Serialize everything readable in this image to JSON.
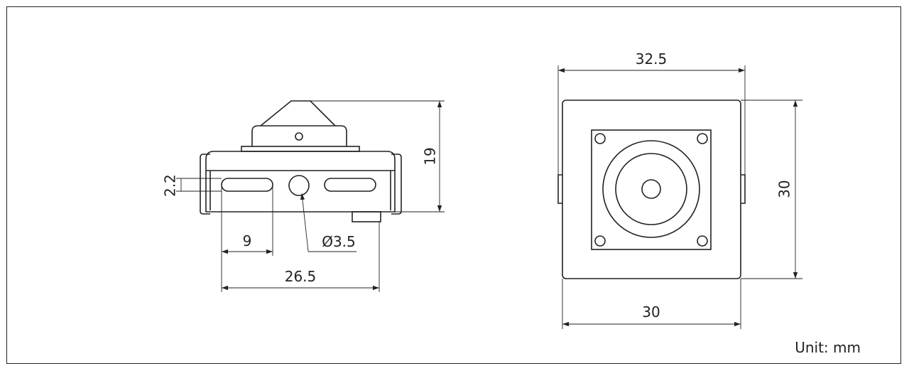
{
  "side_view": {
    "dim_height": "19",
    "dim_slot_height": "2.2",
    "dim_slot_width": "9",
    "dim_total_width": "26.5",
    "dim_hole": "Ø3.5"
  },
  "front_view": {
    "dim_top_width": "32.5",
    "dim_height": "30",
    "dim_bottom_width": "30"
  },
  "unit_label": "Unit: mm"
}
